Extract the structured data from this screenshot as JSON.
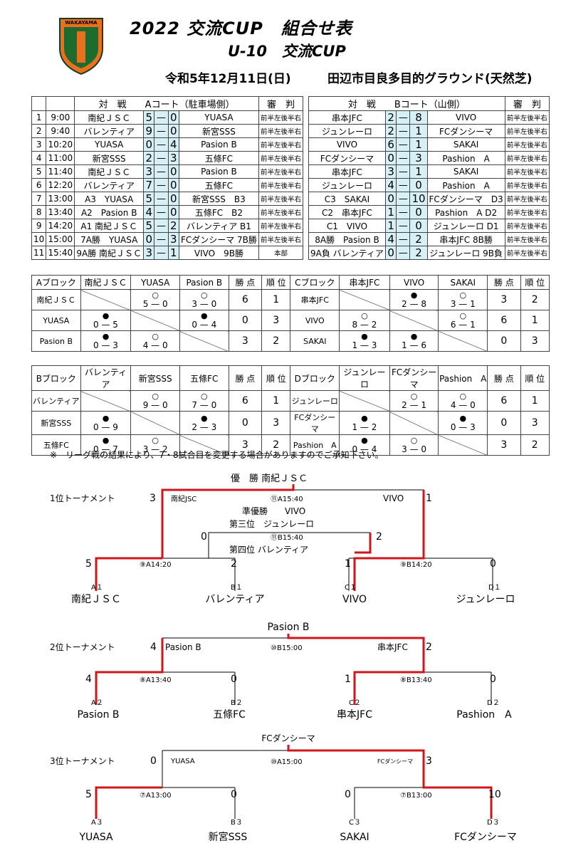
{
  "header": {
    "title": "2022 交流CUP　組合せ表",
    "subtitle": "U-10　交流CUP",
    "date": "令和5年12月11日(日)",
    "venue": "田辺市目良多目的グラウンド(天然芝)",
    "logo_text": "WAKAYAMA"
  },
  "schedule": {
    "headers": {
      "a_match": "対　戦　　Aコート（駐車場側）",
      "ref": "審　判",
      "b_match": "対　戦　　Bコート（山側）"
    },
    "rows": [
      {
        "n": "1",
        "t": "9:00",
        "a1": "南紀ＪＳＣ",
        "as1": "5",
        "as2": "0",
        "a2": "YUASA",
        "ar": "前半左後半右",
        "b1": "串本JFC",
        "bs1": "2",
        "bs2": "8",
        "b2": "VIVO",
        "br": "前半左後半右"
      },
      {
        "n": "2",
        "t": "9:40",
        "a1": "バレンティア",
        "as1": "9",
        "as2": "0",
        "a2": "新宮SSS",
        "ar": "前半左後半右",
        "b1": "ジュンレーロ",
        "bs1": "2",
        "bs2": "1",
        "b2": "FCダンシーマ",
        "br": "前半左後半右"
      },
      {
        "n": "3",
        "t": "10:20",
        "a1": "YUASA",
        "as1": "0",
        "as2": "4",
        "a2": "Pasion B",
        "ar": "前半左後半右",
        "b1": "VIVO",
        "bs1": "6",
        "bs2": "1",
        "b2": "SAKAI",
        "br": "前半左後半右"
      },
      {
        "n": "4",
        "t": "11:00",
        "a1": "新宮SSS",
        "as1": "2",
        "as2": "3",
        "a2": "五條FC",
        "ar": "前半左後半右",
        "b1": "FCダンシーマ",
        "bs1": "0",
        "bs2": "3",
        "b2": "Pashion　A",
        "br": "前半左後半右"
      },
      {
        "n": "5",
        "t": "11:40",
        "a1": "南紀ＪＳＣ",
        "as1": "3",
        "as2": "0",
        "a2": "Pasion B",
        "ar": "前半左後半右",
        "b1": "串本JFC",
        "bs1": "3",
        "bs2": "1",
        "b2": "SAKAI",
        "br": "前半左後半右"
      },
      {
        "n": "6",
        "t": "12:20",
        "a1": "バレンティア",
        "as1": "7",
        "as2": "0",
        "a2": "五條FC",
        "ar": "前半左後半右",
        "b1": "ジュンレーロ",
        "bs1": "4",
        "bs2": "0",
        "b2": "Pashion　A",
        "br": "前半左後半右"
      },
      {
        "n": "7",
        "t": "13:00",
        "a1": "A3　YUASA",
        "as1": "5",
        "as2": "0",
        "a2": "新宮SSS　B3",
        "ar": "前半左後半右",
        "b1": "C3　SAKAI",
        "bs1": "0",
        "bs2": "10",
        "b2": "FCダンシーマ　D3",
        "br": "前半左後半右"
      },
      {
        "n": "8",
        "t": "13:40",
        "a1": "A2　Pasion B",
        "as1": "4",
        "as2": "0",
        "a2": "五條FC　B2",
        "ar": "前半左後半右",
        "b1": "C2　串本JFC",
        "bs1": "1",
        "bs2": "0",
        "b2": "Pashion　A D2",
        "br": "前半左後半右"
      },
      {
        "n": "9",
        "t": "14:20",
        "a1": "A1 南紀ＪＳＣ",
        "as1": "5",
        "as2": "2",
        "a2": "バレンティア B1",
        "ar": "前半左後半右",
        "b1": "C1　VIVO",
        "bs1": "1",
        "bs2": "0",
        "b2": "ジュンレーロ D1",
        "br": "前半左後半右"
      },
      {
        "n": "10",
        "t": "15:00",
        "a1": "7A勝　YUASA",
        "as1": "0",
        "as2": "3",
        "a2": "FCダンシーマ 7B勝",
        "ar": "前半左後半右",
        "b1": "8A勝　Pasion B",
        "bs1": "4",
        "bs2": "2",
        "b2": "串本JFC 8B勝",
        "br": "前半左後半右"
      },
      {
        "n": "11",
        "t": "15:40",
        "a1": "9A勝 南紀ＪＳＣ",
        "as1": "3",
        "as2": "1",
        "a2": "VIVO　9B勝",
        "ar": "本部",
        "b1": "9A負 バレンティア",
        "bs1": "0",
        "bs2": "2",
        "b2": "ジュンレーロ 9B負",
        "br": "前半左後半右"
      }
    ]
  },
  "leagues": {
    "labels": {
      "points": "勝 点",
      "rank": "順 位",
      "win": "○",
      "loss": "●",
      "dash": "—"
    },
    "A": {
      "name": "Aブロック",
      "teams": [
        "南紀ＪＳＣ",
        "YUASA",
        "Pasion B"
      ],
      "rows": [
        {
          "team": "南紀ＪＳＣ",
          "cells": [
            null,
            {
              "m": "win",
              "s": "5 — 0"
            },
            {
              "m": "win",
              "s": "3 — 0"
            }
          ],
          "pts": "6",
          "rank": "1"
        },
        {
          "team": "YUASA",
          "cells": [
            {
              "m": "loss",
              "s": "0 — 5"
            },
            null,
            {
              "m": "loss",
              "s": "0 — 4"
            }
          ],
          "pts": "0",
          "rank": "3"
        },
        {
          "team": "Pasion B",
          "cells": [
            {
              "m": "loss",
              "s": "0 — 3"
            },
            {
              "m": "win",
              "s": "4 — 0"
            },
            null
          ],
          "pts": "3",
          "rank": "2"
        }
      ]
    },
    "C": {
      "name": "Cブロック",
      "teams": [
        "串本JFC",
        "VIVO",
        "SAKAI"
      ],
      "rows": [
        {
          "team": "串本JFC",
          "cells": [
            null,
            {
              "m": "loss",
              "s": "2 — 8"
            },
            {
              "m": "win",
              "s": "3 — 1"
            }
          ],
          "pts": "3",
          "rank": "2"
        },
        {
          "team": "VIVO",
          "cells": [
            {
              "m": "win",
              "s": "8 — 2"
            },
            null,
            {
              "m": "win",
              "s": "6 — 1"
            }
          ],
          "pts": "6",
          "rank": "1"
        },
        {
          "team": "SAKAI",
          "cells": [
            {
              "m": "loss",
              "s": "1 — 3"
            },
            {
              "m": "loss",
              "s": "1 — 6"
            },
            null
          ],
          "pts": "0",
          "rank": "3"
        }
      ]
    },
    "B": {
      "name": "Bブロック",
      "teams": [
        "バレンティア",
        "新宮SSS",
        "五條FC"
      ],
      "rows": [
        {
          "team": "バレンティア",
          "cells": [
            null,
            {
              "m": "win",
              "s": "9 — 0"
            },
            {
              "m": "win",
              "s": "7 — 0"
            }
          ],
          "pts": "6",
          "rank": "1"
        },
        {
          "team": "新宮SSS",
          "cells": [
            {
              "m": "loss",
              "s": "0 — 9"
            },
            null,
            {
              "m": "loss",
              "s": "2 — 3"
            }
          ],
          "pts": "0",
          "rank": "3"
        },
        {
          "team": "五條FC",
          "cells": [
            {
              "m": "loss",
              "s": "0 — 7"
            },
            {
              "m": "win",
              "s": "3 — 2"
            },
            null
          ],
          "pts": "3",
          "rank": "2"
        }
      ]
    },
    "D": {
      "name": "Dブロック",
      "teams": [
        "ジュンレーロ",
        "FCダンシーマ",
        "Pashion　A"
      ],
      "rows": [
        {
          "team": "ジュンレーロ",
          "cells": [
            null,
            {
              "m": "win",
              "s": "2 — 1"
            },
            {
              "m": "win",
              "s": "4 — 0"
            }
          ],
          "pts": "6",
          "rank": "1"
        },
        {
          "team": "FCダンシーマ",
          "cells": [
            {
              "m": "loss",
              "s": "1 — 2"
            },
            null,
            {
              "m": "loss",
              "s": "0 — 3"
            }
          ],
          "pts": "0",
          "rank": "3"
        },
        {
          "team": "Pashion　A",
          "cells": [
            {
              "m": "loss",
              "s": "0 — 4"
            },
            {
              "m": "win",
              "s": "3 — 0"
            },
            null
          ],
          "pts": "3",
          "rank": "2"
        }
      ]
    }
  },
  "note": "※　リーグ戦の結果により、7・8試合目を変更する場合がありますのでご承知下さい。",
  "bracket1": {
    "title": "1位トーナメント",
    "champion": "優　勝 南紀ＪＳＣ",
    "runner_up": "準優勝　　VIVO",
    "third": "第三位　ジュンレーロ",
    "fourth": "第四位 バレンティア",
    "final_match": "⑪A15:40",
    "third_match": "⑪B15:40",
    "semi_a": "⑨A14:20",
    "semi_b": "⑨B14:20",
    "final_left": "南紀JSC",
    "final_right": "VIVO",
    "final_s1": "3",
    "final_s2": "1",
    "third_s1": "0",
    "third_s2": "2",
    "sa1": "5",
    "sa2": "2",
    "sb1": "1",
    "sb2": "0",
    "seeds": [
      "A１",
      "B１",
      "C１",
      "D１"
    ],
    "teams": [
      "南紀ＪＳＣ",
      "バレンティア",
      "VIVO",
      "ジュンレーロ"
    ]
  },
  "bracket2": {
    "title": "2位トーナメント",
    "winner": "Pasion B",
    "final_match": "⑩B15:00",
    "final_left": "Pasion B",
    "final_right": "串本JFC",
    "final_s1": "4",
    "final_s2": "2",
    "semi_a": "⑧A13:40",
    "semi_b": "⑧B13:40",
    "sa1": "4",
    "sa2": "0",
    "sb1": "1",
    "sb2": "0",
    "seeds": [
      "A２",
      "B２",
      "C２",
      "D２"
    ],
    "teams": [
      "Pasion B",
      "五條FC",
      "串本JFC",
      "Pashion　A"
    ]
  },
  "bracket3": {
    "title": "3位トーナメント",
    "winner": "FCダンシーマ",
    "final_match": "⑩A15:00",
    "final_left": "YUASA",
    "final_right": "FCダンシーマ",
    "final_s1": "0",
    "final_s2": "3",
    "semi_a": "⑦A13:00",
    "semi_b": "⑦B13:00",
    "sa1": "5",
    "sa2": "0",
    "sb1": "0",
    "sb2": "10",
    "seeds": [
      "A３",
      "B３",
      "C３",
      "D３"
    ],
    "teams": [
      "YUASA",
      "新宮SSS",
      "SAKAI",
      "FCダンシーマ"
    ]
  },
  "colors": {
    "win_line": "#d0161b",
    "score_bg": "#d6f0f6",
    "logo_green": "#1e6b2e",
    "logo_orange": "#e8701e"
  }
}
